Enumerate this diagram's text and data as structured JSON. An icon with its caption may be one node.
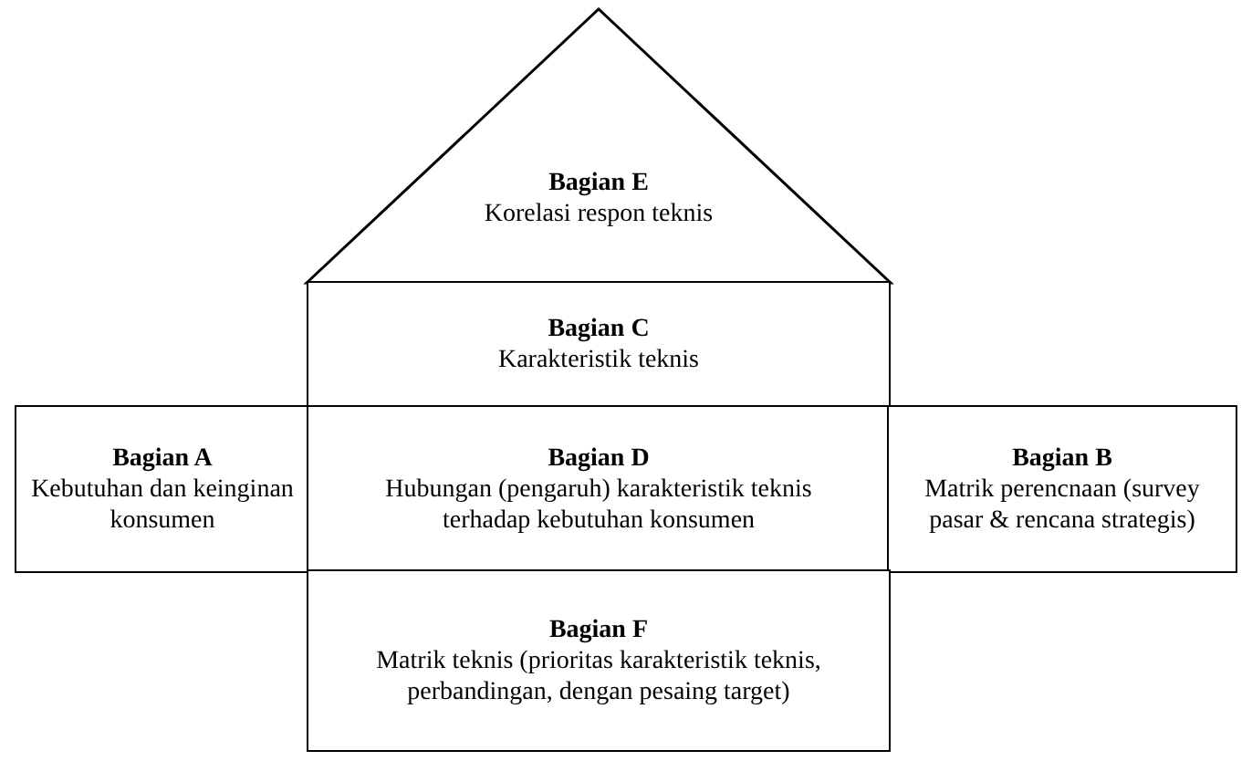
{
  "diagram": {
    "nodes": [
      {
        "text": [
          "Bagian E",
          "Korelasi respon teknis"
        ]
      },
      {
        "text": [
          "Bagian C",
          "Karakteristik teknis"
        ]
      },
      {
        "text": [
          "Bagian A",
          "Kebutuhan dan keinginan konsumen"
        ]
      },
      {
        "text": [
          "Bagian D",
          "Hubungan (pengaruh) karakteristik teknis terhadap kebutuhan konsumen"
        ]
      },
      {
        "text": [
          "Bagian B",
          "Matrik perencnaan (survey pasar & rencana strategis)"
        ]
      },
      {
        "text": [
          "Bagian F",
          "Matrik teknis (prioritas karakteristik teknis, perbandingan, dengan pesaing target)"
        ]
      }
    ]
  }
}
